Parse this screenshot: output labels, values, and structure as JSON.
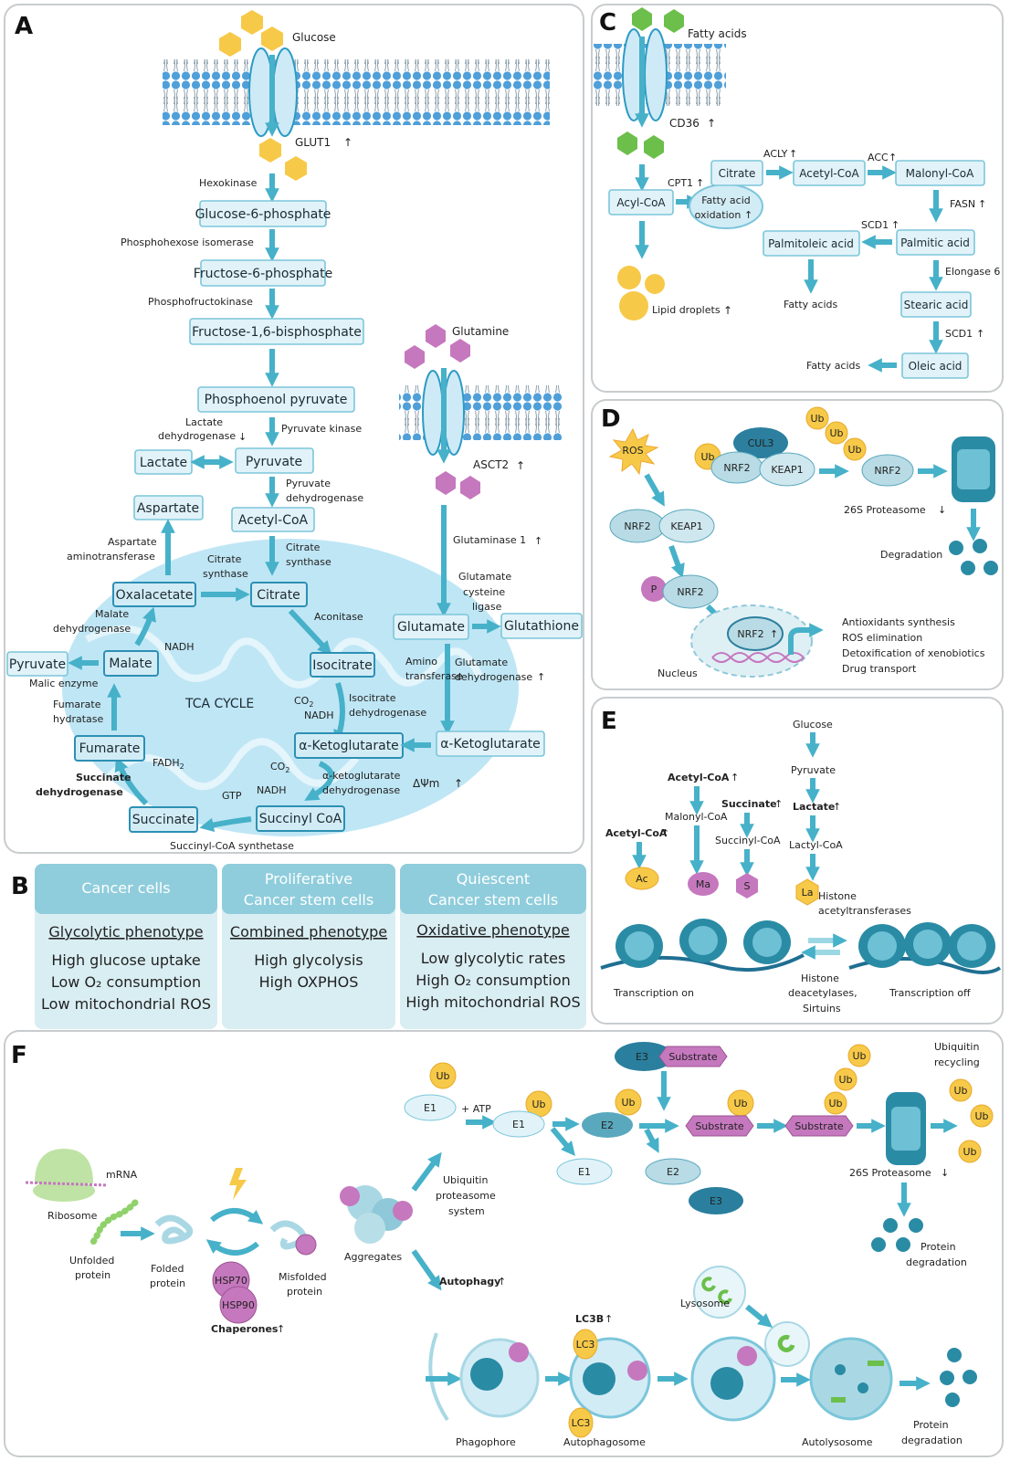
{
  "panels": {
    "a": "A",
    "b": "B",
    "c": "C",
    "d": "D",
    "e": "E",
    "f": "F"
  },
  "a": {
    "glucose": "Glucose",
    "glut1": "GLUT1",
    "hexokinase": "Hexokinase",
    "g6p": "Glucose-6-phosphate",
    "phi": "Phosphohexose isomerase",
    "f6p": "Fructose-6-phosphate",
    "pfk": "Phosphofructokinase",
    "f16bp": "Fructose-1,6-bisphosphate",
    "pep": "Phosphoenol pyruvate",
    "pk": "Pyruvate kinase",
    "ldh1": "Lactate",
    "ldh2": "dehydrogenase",
    "lactate": "Lactate",
    "pyruvate": "Pyruvate",
    "pdh1": "Pyruvate",
    "pdh2": "dehydrogenase",
    "acetylcoa": "Acetyl-CoA",
    "cs1": "Citrate",
    "cs2": "synthase",
    "aspartate": "Aspartate",
    "ast1": "Aspartate",
    "ast2": "aminotransferase",
    "cs3": "Citrate",
    "cs4": "synthase",
    "oxaloacetate": "Oxalacetate",
    "citrate": "Citrate",
    "aconitase": "Aconitase",
    "isocitrate": "Isocitrate",
    "md1": "Malate",
    "md2": "dehydrogenase",
    "nadh1": "NADH",
    "malate": "Malate",
    "pyruvate2": "Pyruvate",
    "malic": "Malic enzyme",
    "fh1": "Fumarate",
    "fh2": "hydratase",
    "tca": "TCA CYCLE",
    "co2a": "CO",
    "nadh2": "NADH",
    "idh1": "Isocitrate",
    "idh2": "dehydrogenase",
    "fumarate": "Fumarate",
    "fadh": "FADH",
    "akg": "α-Ketoglutarate",
    "sdh1": "Succinate",
    "sdh2": "dehydrogenase",
    "gtp": "GTP",
    "co2b": "CO",
    "nadh3": "NADH",
    "akgd1": "α-ketoglutarate",
    "akgd2": "dehydrogenase",
    "dpsi": "ΔΨm",
    "succinate": "Succinate",
    "succoa": "Succinyl CoA",
    "scs": "Succinyl-CoA synthetase",
    "glutamine": "Glutamine",
    "asct2": "ASCT2",
    "gls": "Glutaminase 1",
    "gcl1": "Glutamate",
    "gcl2": "cysteine",
    "gcl3": "ligase",
    "glutamate": "Glutamate",
    "glutathione": "Glutathione",
    "at1": "Amino",
    "at2": "transferase",
    "gdh1": "Glutamate",
    "gdh2": "dehydrogenase",
    "akg2": "α-Ketoglutarate"
  },
  "b": {
    "cols": [
      {
        "h1": "Cancer cells",
        "h2": "",
        "phen": "Glycolytic phenotype",
        "l1": "High glucose uptake",
        "l2": "Low O₂ consumption",
        "l3": "Low mitochondrial ROS"
      },
      {
        "h1": "Proliferative",
        "h2": "Cancer stem cells",
        "phen": "Combined phenotype",
        "l1": "High glycolysis",
        "l2": "High OXPHOS",
        "l3": ""
      },
      {
        "h1": "Quiescent",
        "h2": "Cancer stem cells",
        "phen": "Oxidative phenotype",
        "l1": "Low glycolytic rates",
        "l2": "High O₂ consumption",
        "l3": "High mitochondrial ROS"
      }
    ]
  },
  "c": {
    "fa": "Fatty acids",
    "cd36": "CD36",
    "acylcoa": "Acyl-CoA",
    "cpt1": "CPT1",
    "fao1": "Fatty acid",
    "fao2": "oxidation",
    "citrate": "Citrate",
    "acly": "ACLY",
    "acetylcoa": "Acetyl-CoA",
    "acc": "ACC",
    "malonyl": "Malonyl-CoA",
    "fasn": "FASN",
    "scd1a": "SCD1",
    "palmitoleic": "Palmitoleic acid",
    "palmitic": "Palmitic acid",
    "lipid": "Lipid droplets",
    "fa2": "Fatty acids",
    "elongase": "Elongase 6",
    "stearic": "Stearic acid",
    "scd1b": "SCD1",
    "fa3": "Fatty acids",
    "oleic": "Oleic acid"
  },
  "d": {
    "ros": "ROS",
    "cul3": "CUL3",
    "ub": "Ub",
    "nrf2": "NRF2",
    "keap1": "KEAP1",
    "proteasome": "26S Proteasome",
    "degradation": "Degradation",
    "p": "P",
    "nucleus": "Nucleus",
    "nrf2up": "NRF2",
    "t1": "Antioxidants synthesis",
    "t2": "ROS elimination",
    "t3": "Detoxification of xenobiotics",
    "t4": "Drug transport"
  },
  "e": {
    "glucose": "Glucose",
    "pyruvate": "Pyruvate",
    "lactate": "Lactate",
    "lactylcoa": "Lactyl-CoA",
    "acetylcoa1": "Acetyl-CoA",
    "malonyl": "Malonyl-CoA",
    "succinate": "Succinate",
    "succinylcoa": "Succinyl-CoA",
    "acetylcoa2": "Acetyl-CoA",
    "ac": "Ac",
    "ma": "Ma",
    "s": "S",
    "la": "La",
    "hat1": "Histone",
    "hat2": "acetyltransferases",
    "hdac1": "Histone",
    "hdac2": "deacetylases,",
    "hdac3": "Sirtuins",
    "ton": "Transcription on",
    "toff": "Transcription off"
  },
  "f": {
    "mrna": "mRNA",
    "ribosome": "Ribosome",
    "unfolded1": "Unfolded",
    "unfolded2": "protein",
    "folded1": "Folded",
    "folded2": "protein",
    "hsp70": "HSP70",
    "hsp90": "HSP90",
    "chaperones": "Chaperones",
    "misfolded1": "Misfolded",
    "misfolded2": "protein",
    "aggregates": "Aggregates",
    "ups1": "Ubiquitin",
    "ups2": "proteasome",
    "ups3": "system",
    "autophagy": "Autophagy",
    "ub": "Ub",
    "e1": "E1",
    "atp": "+ ATP",
    "e2": "E2",
    "e3": "E3",
    "substrate": "Substrate",
    "ubrec1": "Ubiquitin",
    "ubrec2": "recycling",
    "proteasome": "26S Proteasome",
    "pdeg1": "Protein",
    "pdeg2": "degradation",
    "lc3b": "LC3B",
    "lc3": "LC3",
    "lysosome": "Lysosome",
    "phagophore": "Phagophore",
    "autophagosome": "Autophagosome",
    "autolysosome": "Autolysosome",
    "pdeg3": "Protein",
    "pdeg4": "degradation"
  },
  "colors": {
    "teal": "#46b1c9",
    "box": "#e1f3f8",
    "hex_yellow": "#f7c948",
    "hex_green": "#6cbf4b",
    "purple": "#c578be",
    "mito": "#bfe6f5"
  }
}
